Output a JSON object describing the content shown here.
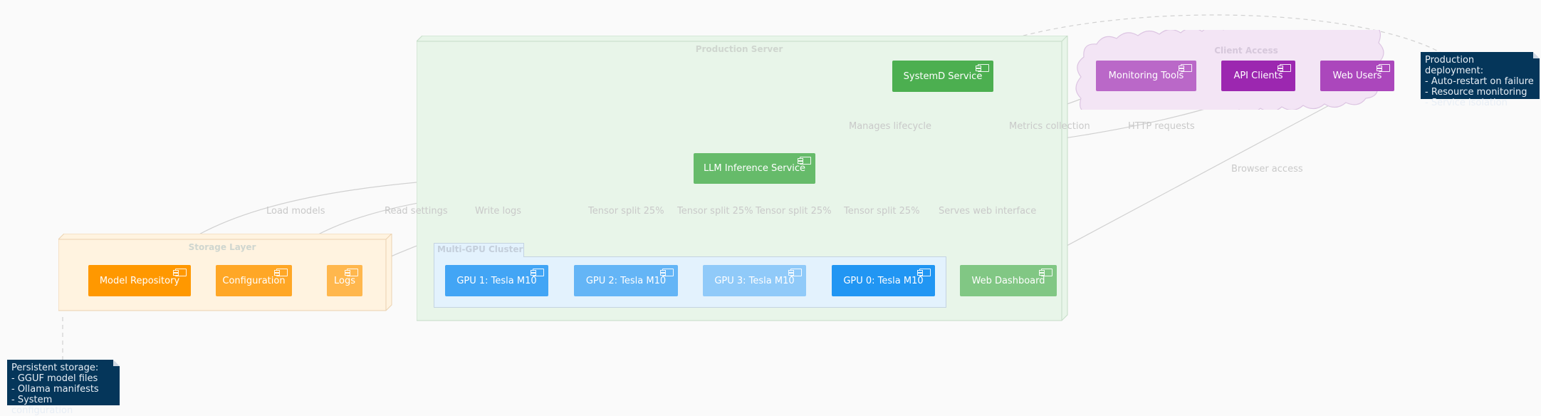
{
  "nodes": {
    "production_server": "Production Server",
    "storage_layer": "Storage Layer",
    "gpu_cluster": "Multi-GPU Cluster",
    "client_access": "Client Access"
  },
  "components": {
    "systemd": "SystemD Service",
    "llm": "LLM Inference Service",
    "monitoring": "Monitoring Tools",
    "api_clients": "API Clients",
    "web_users": "Web Users",
    "model_repo": "Model Repository",
    "configuration": "Configuration",
    "logs": "Logs",
    "gpu1": "GPU 1: Tesla M10",
    "gpu2": "GPU 2: Tesla M10",
    "gpu3": "GPU 3: Tesla M10",
    "gpu0": "GPU 0: Tesla M10",
    "dashboard": "Web Dashboard"
  },
  "edges": {
    "manages": "Manages lifecycle",
    "metrics": "Metrics collection",
    "http": "HTTP requests",
    "browser": "Browser access",
    "load_models": "Load models",
    "read_settings": "Read settings",
    "write_logs": "Write logs",
    "split1": "Tensor split 25%",
    "split2": "Tensor split 25%",
    "split3": "Tensor split 25%",
    "split4": "Tensor split 25%",
    "serves": "Serves web interface"
  },
  "notes": {
    "production": [
      "Production deployment:",
      "- Auto-restart on failure",
      "- Resource monitoring",
      "- Service isolation"
    ],
    "storage": [
      "Persistent storage:",
      "- GGUF model files",
      "- Ollama manifests",
      "- System configuration"
    ]
  },
  "colors": {
    "server_bg": "#e8f5e9",
    "storage_bg": "#fff3e0",
    "cluster_bg": "#e3f2fd",
    "client_bg": "#f3e5f5",
    "note_bg": "#05365a"
  }
}
